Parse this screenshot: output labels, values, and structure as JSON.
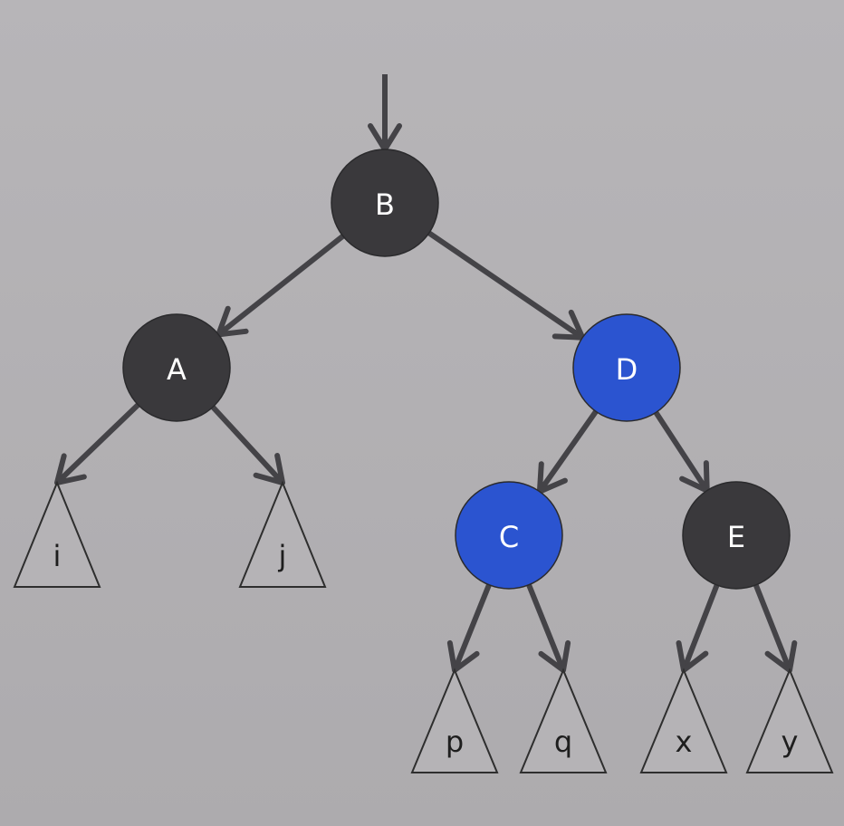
{
  "colors": {
    "background": "#b4b2b5",
    "black_node": "#3a393c",
    "red_node": "#2b54d0",
    "edge": "#444347",
    "subtree_fill": "#b5b3b6"
  },
  "nodes": [
    {
      "id": "B",
      "label": "B",
      "color": "black"
    },
    {
      "id": "A",
      "label": "A",
      "color": "black"
    },
    {
      "id": "D",
      "label": "D",
      "color": "blue"
    },
    {
      "id": "C",
      "label": "C",
      "color": "blue"
    },
    {
      "id": "E",
      "label": "E",
      "color": "black"
    }
  ],
  "subtrees": [
    {
      "id": "i",
      "label": "i"
    },
    {
      "id": "j",
      "label": "j"
    },
    {
      "id": "p",
      "label": "p"
    },
    {
      "id": "q",
      "label": "q"
    },
    {
      "id": "x",
      "label": "x"
    },
    {
      "id": "y",
      "label": "y"
    }
  ],
  "edges": [
    {
      "from": "root-pointer",
      "to": "B"
    },
    {
      "from": "B",
      "to": "A"
    },
    {
      "from": "B",
      "to": "D"
    },
    {
      "from": "A",
      "to": "i"
    },
    {
      "from": "A",
      "to": "j"
    },
    {
      "from": "D",
      "to": "C"
    },
    {
      "from": "D",
      "to": "E"
    },
    {
      "from": "C",
      "to": "p"
    },
    {
      "from": "C",
      "to": "q"
    },
    {
      "from": "E",
      "to": "x"
    },
    {
      "from": "E",
      "to": "y"
    }
  ]
}
